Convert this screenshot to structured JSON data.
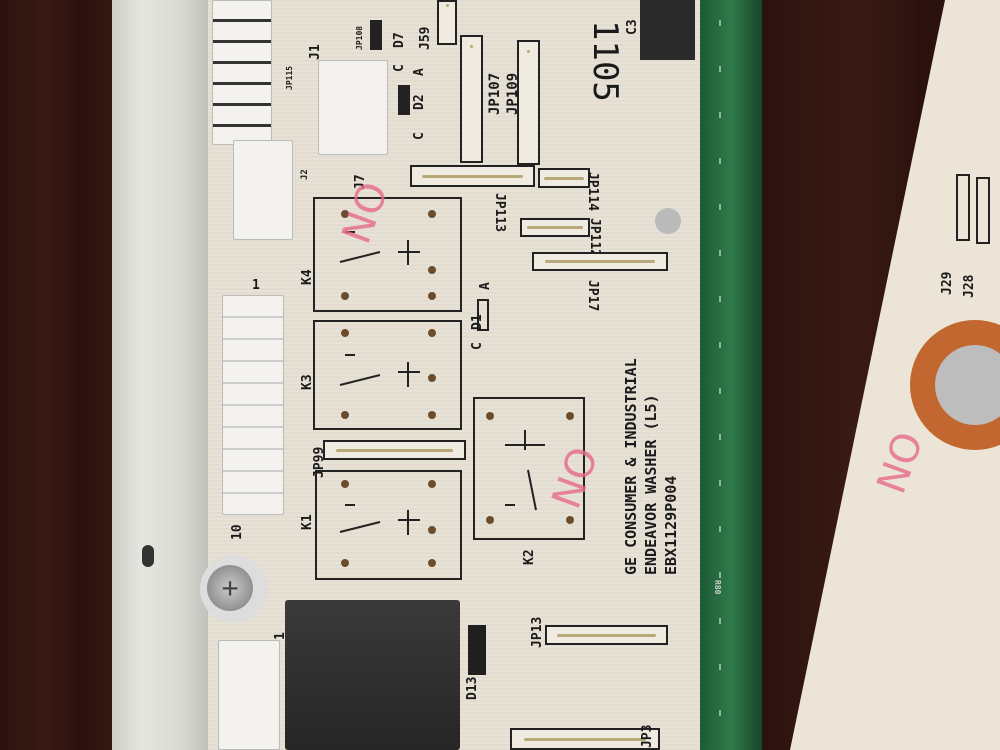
{
  "board": {
    "maker_line": "GE CONSUMER & INDUSTRIAL",
    "model_line": "ENDEAVOR WASHER (L5)",
    "part_number": "EBX1129P004",
    "code": "1105"
  },
  "relays": [
    "K1",
    "K2",
    "K3",
    "K4"
  ],
  "jumpers": {
    "jp99": "JP99",
    "jp13": "JP13",
    "jp3": "JP3",
    "jp17": "JP17",
    "jp112": "JP112",
    "jp113": "JP113",
    "jp114": "JP114",
    "jp107": "JP107",
    "jp109": "JP109",
    "j59": "J59",
    "jp108": "JP108",
    "jp115": "JP115"
  },
  "components": {
    "d1": "D1",
    "d2": "D2",
    "d7": "D7",
    "d13": "D13",
    "j7": "J7",
    "j1": "J1",
    "j2": "J2",
    "c3": "C3",
    "a1": "A",
    "a2": "A",
    "c1": "C",
    "c2": "C",
    "c3l": "C",
    "pin1": "1",
    "pin10": "10",
    "pin1b": "1",
    "r80": "R80"
  },
  "right_board": {
    "j29": "J29",
    "j28": "J28"
  },
  "handwriting": "NO",
  "colors": {
    "pcb": "#e7e1d6",
    "green_pcb": "#2f7a4a",
    "wood": "#2b120f",
    "marker": "#e66a8a"
  }
}
